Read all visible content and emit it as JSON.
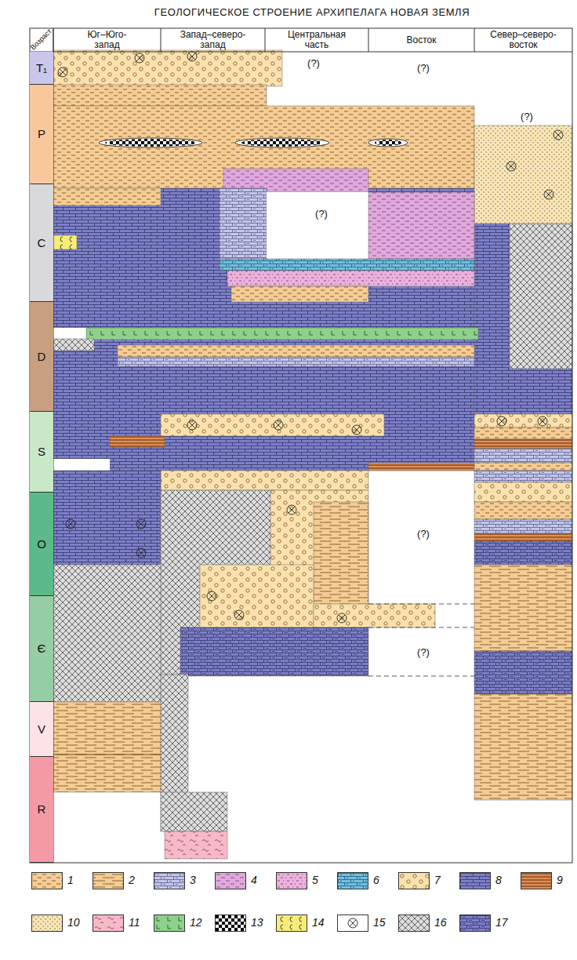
{
  "diagram": {
    "title": "ГЕОЛОГИЧЕСКОЕ СТРОЕНИЕ АРХИПЕЛАГА НОВАЯ ЗЕМЛЯ",
    "nodes": [
      {
        "text": [
          "Возраст"
        ]
      },
      {
        "text": [
          "Юг–Юго-запад"
        ]
      },
      {
        "text": [
          "Запад–северо-запад"
        ]
      },
      {
        "text": [
          "Центральная часть"
        ]
      },
      {
        "text": [
          "Восток"
        ]
      },
      {
        "text": [
          "Север–северо-восток"
        ]
      },
      {
        "text": [
          "T₁"
        ]
      },
      {
        "text": [
          "P"
        ]
      },
      {
        "text": [
          "C"
        ]
      },
      {
        "text": [
          "D"
        ]
      },
      {
        "text": [
          "S"
        ]
      },
      {
        "text": [
          "O"
        ]
      },
      {
        "text": [
          "Є"
        ]
      },
      {
        "text": [
          "V"
        ]
      },
      {
        "text": [
          "R"
        ]
      }
    ],
    "labels": [
      "(?)",
      "(?)",
      "(?)",
      "(?)",
      "(?)",
      "(?)"
    ],
    "legend": [
      {
        "text": "1",
        "color": "#f5cc94"
      },
      {
        "text": "2",
        "color": "#f5cc94"
      },
      {
        "text": "3",
        "color": "#c6c8ea"
      },
      {
        "text": "4",
        "color": "#dfa9dc"
      },
      {
        "text": "5",
        "color": "#eab2dc"
      },
      {
        "text": "6",
        "color": "#72c2e0"
      },
      {
        "text": "7",
        "color": "#fbe1ad"
      },
      {
        "text": "8",
        "color": "#7d7fc8"
      },
      {
        "text": "9",
        "color": "#de8f55"
      },
      {
        "text": "10",
        "color": "#fce6b4"
      },
      {
        "text": "11",
        "color": "#f6b9c8"
      },
      {
        "text": "12",
        "color": "#8fd08c"
      },
      {
        "text": "13"
      },
      {
        "text": "14",
        "color": "#f6ec78"
      },
      {
        "text": "15"
      },
      {
        "text": "16",
        "color": "#dddddd"
      },
      {
        "text": "17",
        "color": "#7d7fc8"
      }
    ]
  }
}
